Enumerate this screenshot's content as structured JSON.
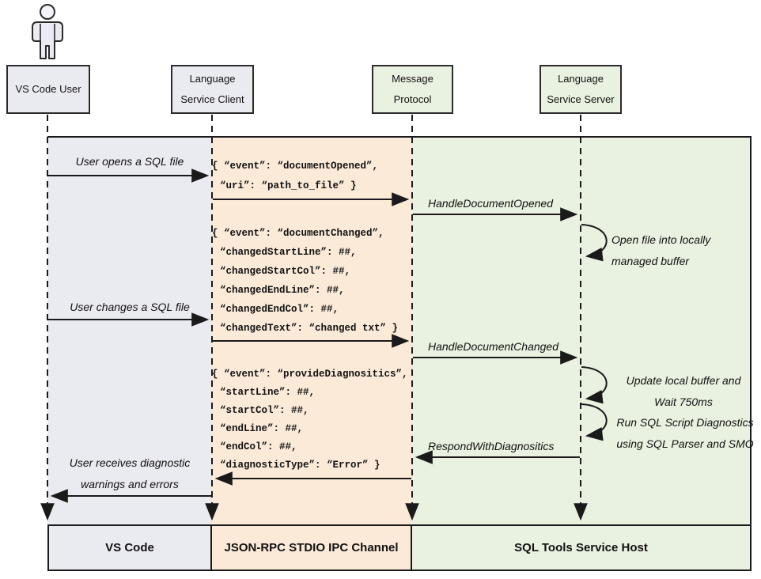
{
  "actors": {
    "user": {
      "lines": [
        "VS Code User"
      ]
    },
    "client": {
      "lines": [
        "Language",
        "Service Client"
      ]
    },
    "protocol": {
      "lines": [
        "Message",
        "Protocol"
      ]
    },
    "server": {
      "lines": [
        "Language",
        "Service Server"
      ]
    }
  },
  "lanes": {
    "vscode": "VS Code",
    "ipc": "JSON-RPC STDIO IPC Channel",
    "host": "SQL Tools Service Host"
  },
  "messages": {
    "user_opens": "User opens a SQL file",
    "user_changes": "User changes a SQL file",
    "user_receives": [
      "User receives diagnostic",
      "warnings and errors"
    ],
    "handle_opened": "HandleDocumentOpened",
    "handle_changed": "HandleDocumentChanged",
    "respond_diag": "RespondWithDiagnositics"
  },
  "notes": {
    "open_file": [
      "Open file into locally",
      "managed buffer"
    ],
    "update_buffer": [
      "Update local buffer and",
      "Wait 750ms"
    ],
    "run_diag": [
      "Run SQL Script Diagnostics",
      "using SQL Parser and SMO"
    ]
  },
  "payloads": {
    "document_opened": [
      "{ “event”: “documentOpened”,",
      "“uri”: “path_to_file” }"
    ],
    "document_changed": [
      "{ “event”: “documentChanged”,",
      "“changedStartLine”: ##,",
      "“changedStartCol”: ##,",
      "“changedEndLine”: ##,",
      "“changedEndCol”: ##,",
      "“changedText”: “changed txt” }"
    ],
    "provide_diagnostics": [
      "{ “event”: “provideDiagnositics”,",
      "“startLine”: ##,",
      "“startCol”: ##,",
      "“endLine”: ##,",
      "“endCol”: ##,",
      "“diagnosticType”: “Error” }"
    ]
  },
  "colors": {
    "lane_user": "#eaeaf1",
    "lane_ipc": "#fcead9",
    "lane_host": "#e9f1e0",
    "line": "#1a1a1a"
  }
}
